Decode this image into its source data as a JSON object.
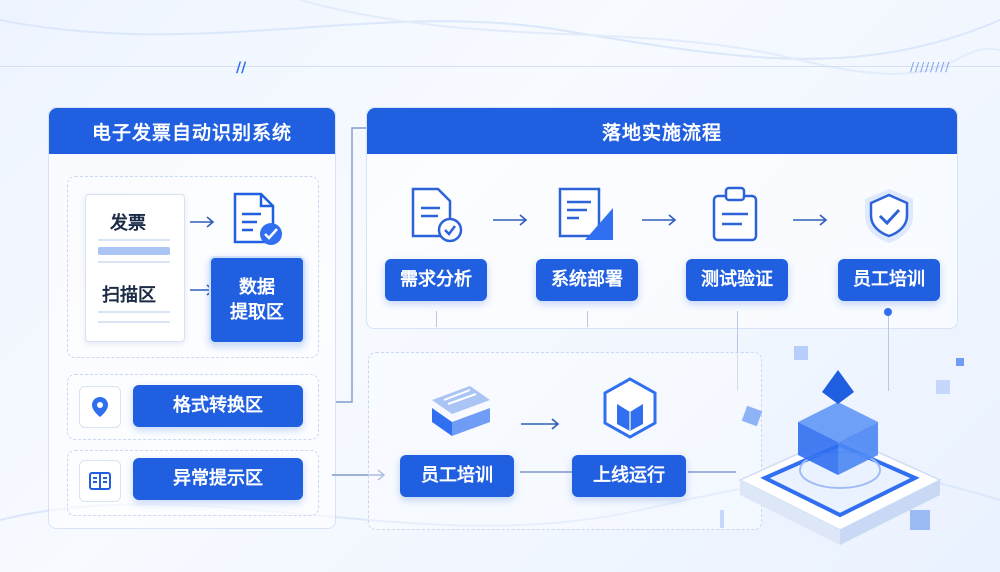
{
  "left_panel": {
    "title": "电子发票自动识别系统",
    "invoice_doc": {
      "label_top": "发票",
      "label_bottom": "扫描区"
    },
    "data_extract": "数据\n提取区",
    "format_convert": "格式转换区",
    "exception_alert": "异常提示区"
  },
  "right_panel": {
    "title": "落地实施流程",
    "steps_row1": [
      "需求分析",
      "系统部署",
      "测试验证",
      "员工培训"
    ],
    "steps_row2": [
      "员工培训",
      "上线运行"
    ]
  },
  "colors": {
    "accent": "#1f5fe0",
    "panel_border": "#d6e3f7",
    "background": "#eef4ff"
  },
  "icons": [
    "document-check-icon",
    "location-pin-icon",
    "book-icon",
    "document-chart-icon",
    "clipboard-icon",
    "shield-check-icon",
    "stack-layers-icon",
    "cube-icon",
    "platform-cube-icon"
  ]
}
